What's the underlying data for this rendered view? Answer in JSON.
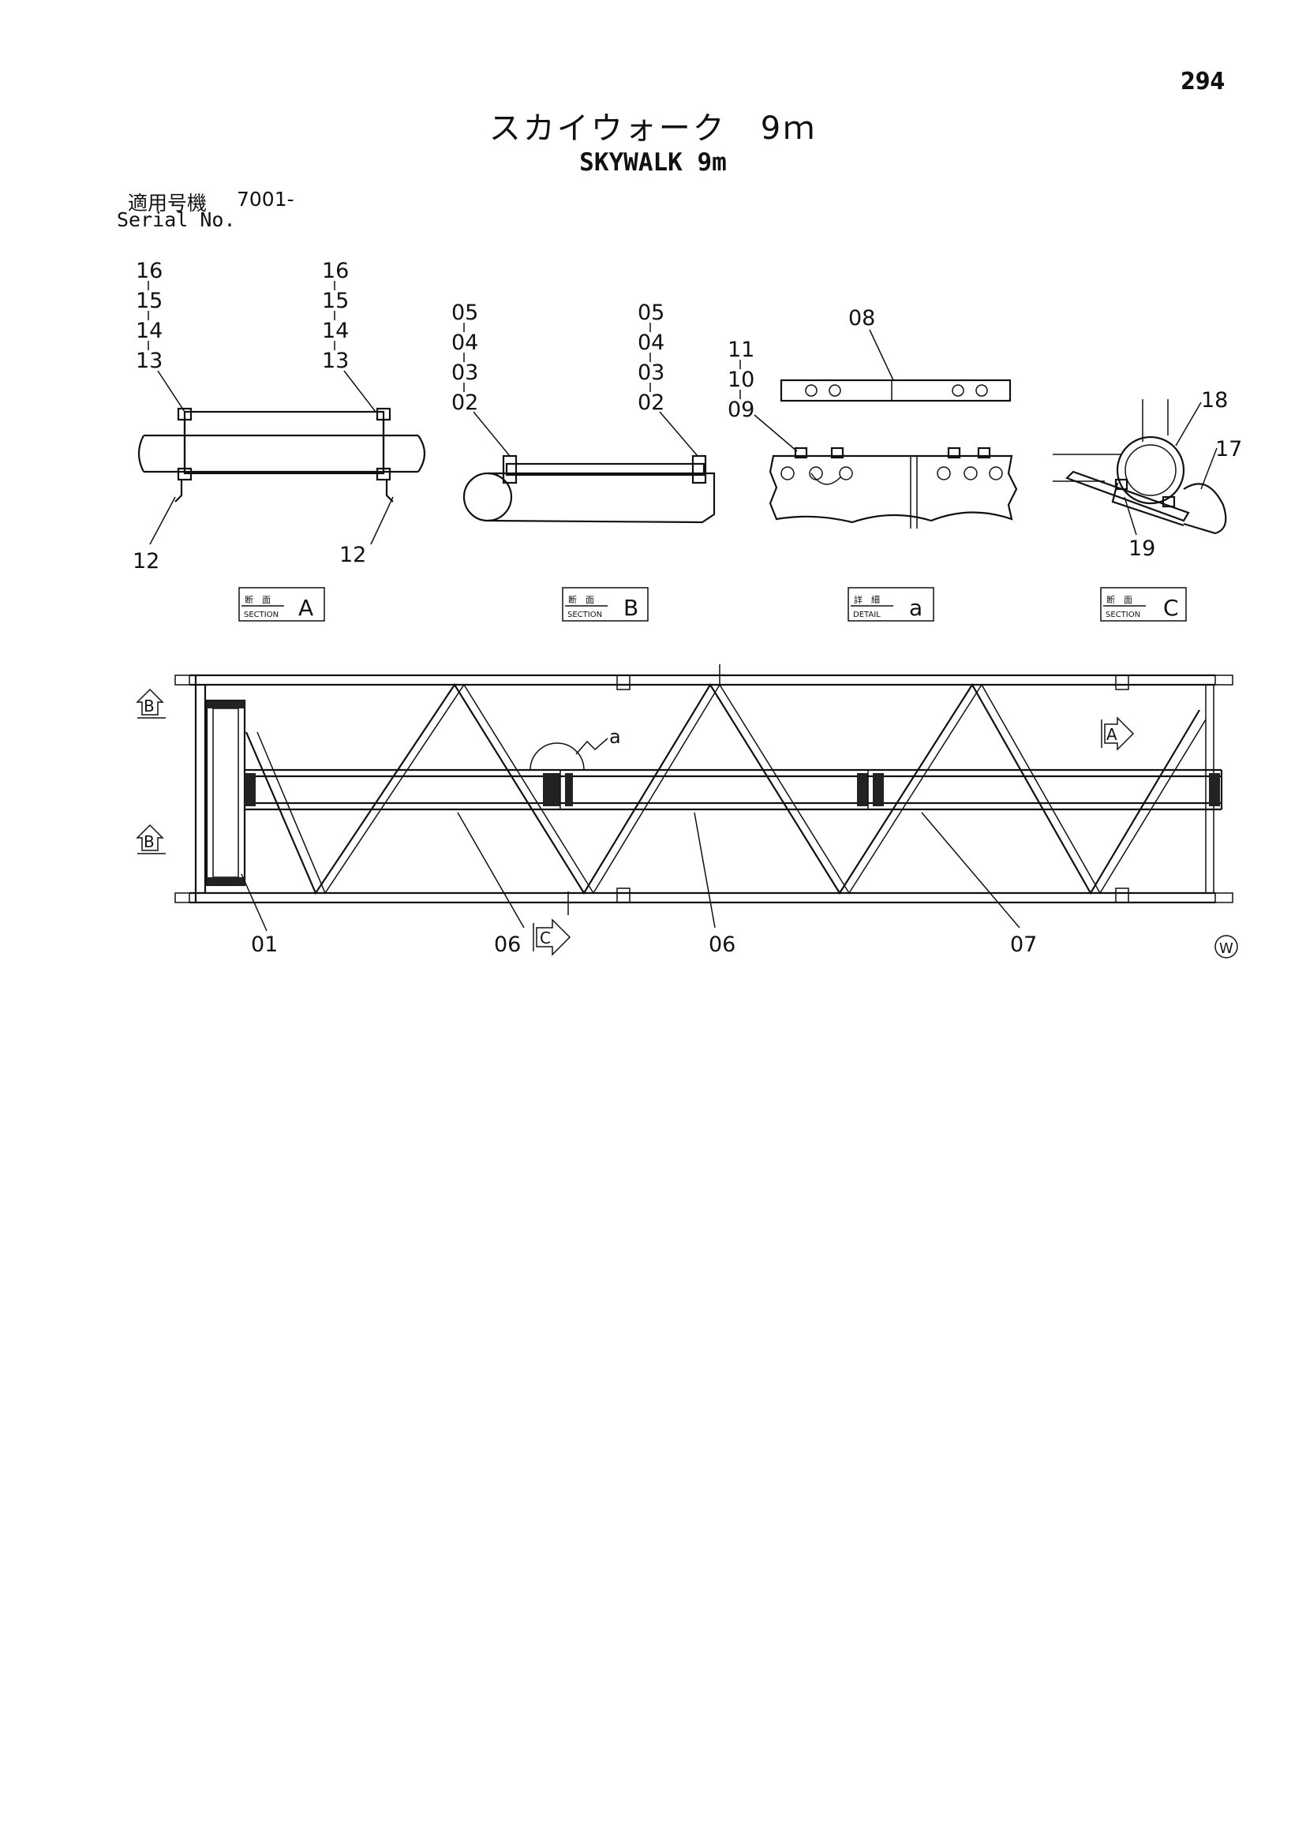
{
  "header": {
    "page_number": "294",
    "title_jp": "スカイウォーク　9ｍ",
    "title_en": "SKYWALK 9m",
    "serial_label_jp": "適用号機",
    "serial_value": "7001-",
    "serial_label_en": "Serial No."
  },
  "section_a": {
    "callouts_left": [
      "16",
      "15",
      "14",
      "13"
    ],
    "callouts_right": [
      "16",
      "15",
      "14",
      "13"
    ],
    "callout_bottom_left": "12",
    "callout_bottom_right": "12",
    "label_jp": "断　面",
    "label_en": "SECTION",
    "letter": "A"
  },
  "section_b": {
    "callouts_left": [
      "05",
      "04",
      "03",
      "02"
    ],
    "callouts_right": [
      "05",
      "04",
      "03",
      "02"
    ],
    "label_jp": "断　面",
    "label_en": "SECTION",
    "letter": "B"
  },
  "detail_a": {
    "callout_top": "08",
    "callouts_left": [
      "11",
      "10",
      "09"
    ],
    "label_jp": "詳　細",
    "label_en": "DETAIL",
    "letter": "a"
  },
  "section_c": {
    "callout_18": "18",
    "callout_17": "17",
    "callout_19": "19",
    "label_jp": "断　面",
    "label_en": "SECTION",
    "letter": "C"
  },
  "main_view": {
    "marker_b_top": "B",
    "marker_b_bottom": "B",
    "marker_a": "A",
    "marker_c": "C",
    "detail_marker": "a",
    "callout_01": "01",
    "callout_06_left": "06",
    "callout_06_right": "06",
    "callout_07": "07"
  },
  "corner_mark": "W"
}
